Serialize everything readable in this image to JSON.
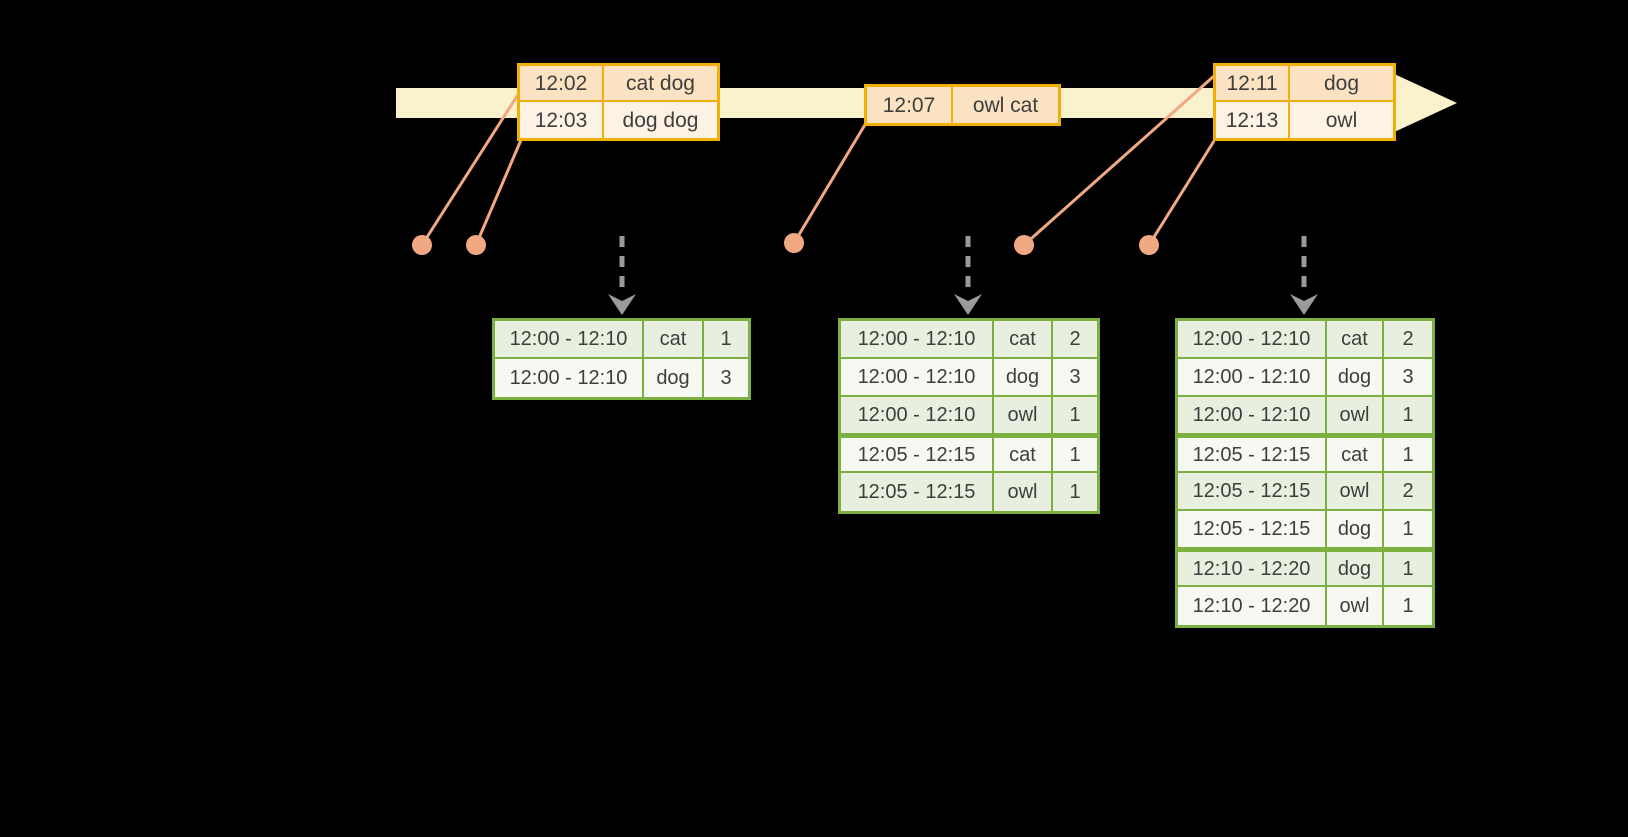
{
  "colors": {
    "background": "#000000",
    "timeline_fill": "#FAF1CD",
    "event_border": "#F2B007",
    "event_row_dark": "#FAE2C2",
    "event_row_light": "#FDF2E3",
    "connector": "#F1A983",
    "dashed_arrow": "#9B9B9B",
    "result_border": "#7CB142",
    "result_row_green": "#E9EFDE",
    "result_row_white": "#F6F9F1",
    "text_color": "#3E3E3E"
  },
  "event_tables": [
    {
      "rows": [
        [
          "12:02",
          "cat dog"
        ],
        [
          "12:03",
          "dog dog"
        ]
      ]
    },
    {
      "rows": [
        [
          "12:07",
          "owl cat"
        ]
      ]
    },
    {
      "rows": [
        [
          "12:11",
          "dog"
        ],
        [
          "12:13",
          "owl"
        ]
      ]
    }
  ],
  "result_tables": [
    {
      "rows": [
        [
          "12:00 - 12:10",
          "cat",
          "1"
        ],
        [
          "12:00 - 12:10",
          "dog",
          "3"
        ]
      ],
      "group_starts": []
    },
    {
      "rows": [
        [
          "12:00 - 12:10",
          "cat",
          "2"
        ],
        [
          "12:00 - 12:10",
          "dog",
          "3"
        ],
        [
          "12:00 - 12:10",
          "owl",
          "1"
        ],
        [
          "12:05 - 12:15",
          "cat",
          "1"
        ],
        [
          "12:05 - 12:15",
          "owl",
          "1"
        ]
      ],
      "group_starts": [
        3
      ]
    },
    {
      "rows": [
        [
          "12:00 - 12:10",
          "cat",
          "2"
        ],
        [
          "12:00 - 12:10",
          "dog",
          "3"
        ],
        [
          "12:00 - 12:10",
          "owl",
          "1"
        ],
        [
          "12:05 - 12:15",
          "cat",
          "1"
        ],
        [
          "12:05 - 12:15",
          "owl",
          "2"
        ],
        [
          "12:05 - 12:15",
          "dog",
          "1"
        ],
        [
          "12:10 - 12:20",
          "dog",
          "1"
        ],
        [
          "12:10 - 12:20",
          "owl",
          "1"
        ]
      ],
      "group_starts": [
        3,
        6
      ]
    }
  ]
}
